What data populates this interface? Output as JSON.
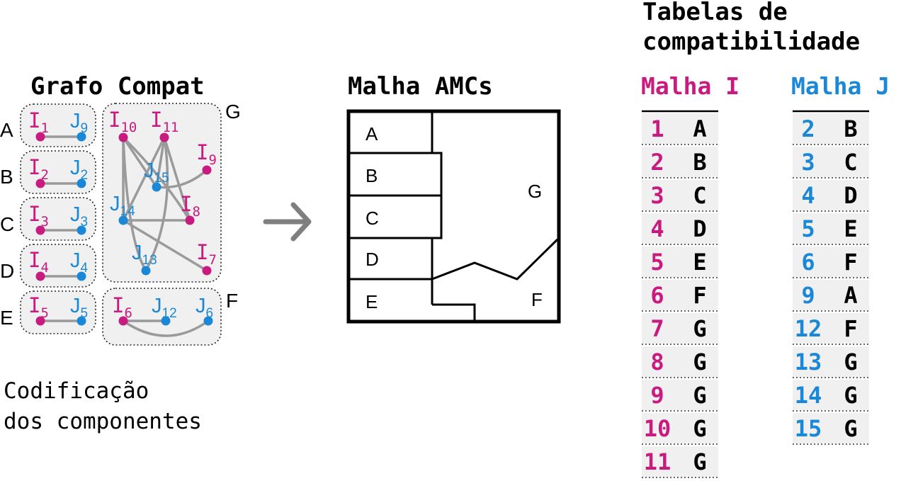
{
  "graph": {
    "title": "Grafo Compat",
    "groups": [
      "A",
      "B",
      "C",
      "D",
      "E",
      "F",
      "G"
    ],
    "nodes_I": [
      "1",
      "2",
      "3",
      "4",
      "5",
      "6",
      "7",
      "8",
      "9",
      "10",
      "11"
    ],
    "nodes_J": [
      "2",
      "3",
      "4",
      "5",
      "6",
      "9",
      "12",
      "13",
      "14",
      "15"
    ],
    "node_letter_I": "I",
    "node_letter_J": "J",
    "caption_line1": "Codificação",
    "caption_line2": "dos componentes"
  },
  "mesh": {
    "title": "Malha AMCs",
    "regions": [
      "A",
      "B",
      "C",
      "D",
      "E",
      "G",
      "F"
    ]
  },
  "tables": {
    "title_line1": "Tabelas de",
    "title_line2": "compatibilidade",
    "mesh_I": {
      "header": "Malha I",
      "rows": [
        {
          "n": "1",
          "g": "A"
        },
        {
          "n": "2",
          "g": "B"
        },
        {
          "n": "3",
          "g": "C"
        },
        {
          "n": "4",
          "g": "D"
        },
        {
          "n": "5",
          "g": "E"
        },
        {
          "n": "6",
          "g": "F"
        },
        {
          "n": "7",
          "g": "G"
        },
        {
          "n": "8",
          "g": "G"
        },
        {
          "n": "9",
          "g": "G"
        },
        {
          "n": "10",
          "g": "G"
        },
        {
          "n": "11",
          "g": "G"
        }
      ]
    },
    "mesh_J": {
      "header": "Malha J",
      "rows": [
        {
          "n": "2",
          "g": "B"
        },
        {
          "n": "3",
          "g": "C"
        },
        {
          "n": "4",
          "g": "D"
        },
        {
          "n": "5",
          "g": "E"
        },
        {
          "n": "6",
          "g": "F"
        },
        {
          "n": "9",
          "g": "A"
        },
        {
          "n": "12",
          "g": "F"
        },
        {
          "n": "13",
          "g": "G"
        },
        {
          "n": "14",
          "g": "G"
        },
        {
          "n": "15",
          "g": "G"
        }
      ]
    }
  },
  "colors": {
    "mesh_I": "#c81a7f",
    "mesh_J": "#1a88d6",
    "edge": "#9a9a9a",
    "group_fill": "#f0f0f0"
  },
  "icons": {
    "arrow": "right-arrow-icon"
  }
}
